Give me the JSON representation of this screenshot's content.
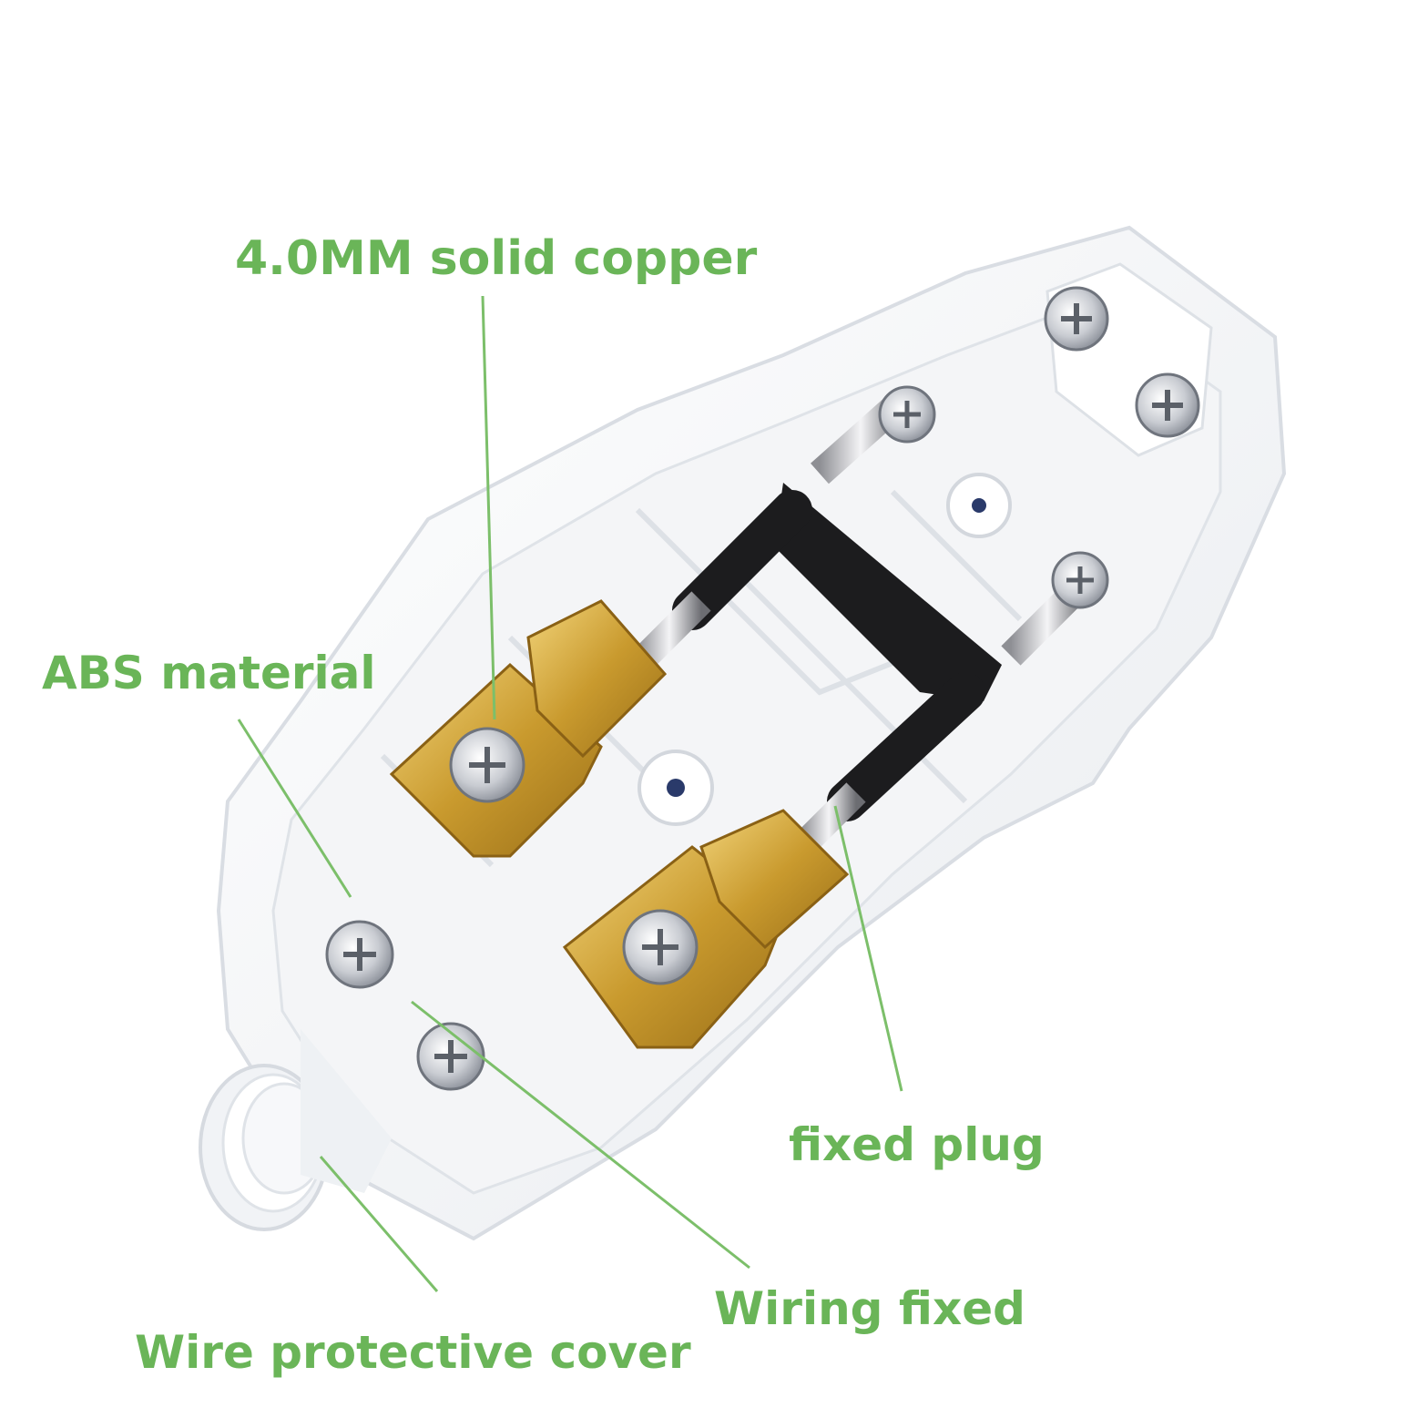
{
  "colors": {
    "label_green": "#6ab558",
    "leader_line": "#7cbf6a",
    "housing_white": "#f4f5f7",
    "housing_shadow": "#d9dde3",
    "brass": "#c99a2e",
    "brass_light": "#e6c45a",
    "cable_black": "#1c1c1e",
    "screw_silver": "#c9ccd2"
  },
  "callouts": {
    "copper": "4.0MM solid copper",
    "abs": "ABS material",
    "plug": "fixed plug",
    "wiring": "Wiring fixed",
    "cover": "Wire protective cover"
  }
}
